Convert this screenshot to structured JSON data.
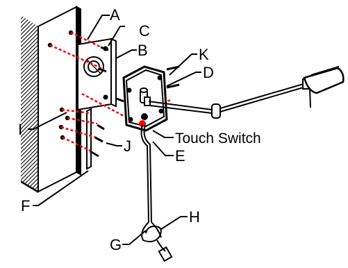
{
  "labels": {
    "A": "A",
    "B": "B",
    "C": "C",
    "D": "D",
    "E": "E",
    "F": "F",
    "G": "G",
    "H": "H",
    "I": "I",
    "J": "J",
    "K": "K",
    "touch_switch": "Touch Switch"
  },
  "colors": {
    "line": "#000000",
    "screw_red": "#ff0000",
    "wall_hatch": "#000000",
    "background": "#ffffff"
  }
}
